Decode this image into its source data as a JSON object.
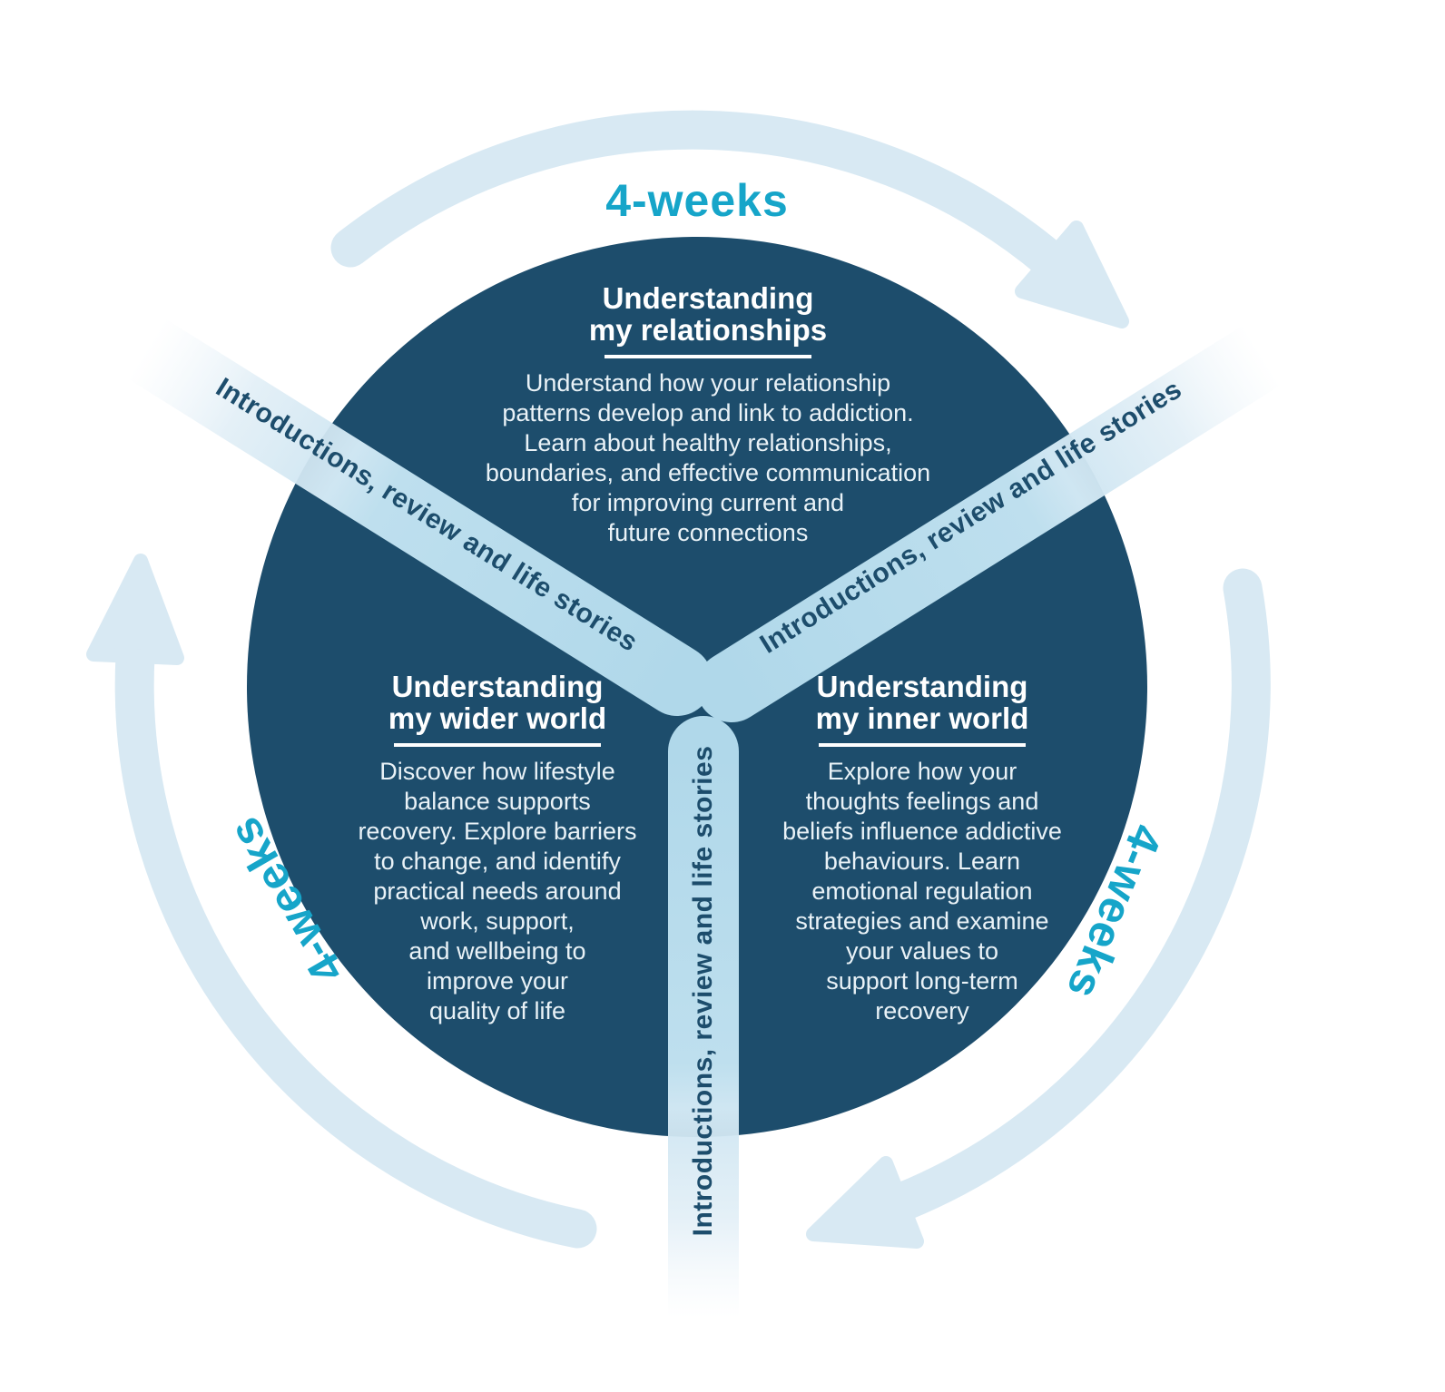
{
  "diagram_title": "Three-phase recovery programme wheel",
  "arcs": [
    {
      "position": "top",
      "label": "4-weeks"
    },
    {
      "position": "right",
      "label": "4-weeks"
    },
    {
      "position": "left",
      "label": "4-weeks"
    }
  ],
  "bands": [
    {
      "position": "upper-left",
      "label": "Introductions, review and life stories"
    },
    {
      "position": "upper-right",
      "label": "Introductions, review and life stories"
    },
    {
      "position": "bottom",
      "label": "Introductions, review and life stories"
    }
  ],
  "sections": [
    {
      "id": "relationships",
      "heading": "Understanding\nmy relationships",
      "body": "Understand how your relationship\npatterns develop and link to addiction.\nLearn about healthy relationships,\nboundaries, and effective communication\nfor improving current and\nfuture connections"
    },
    {
      "id": "wider-world",
      "heading": "Understanding\nmy wider world",
      "body": "Discover how lifestyle\nbalance supports\nrecovery. Explore barriers\nto change, and identify\npractical needs around\nwork, support,\nand wellbeing to\nimprove your\nquality of life"
    },
    {
      "id": "inner-world",
      "heading": "Understanding\nmy inner world",
      "body": "Explore how your\nthoughts feelings and\nbeliefs influence addictive\nbehaviours. Learn\nemotional regulation\nstrategies and examine\nyour values to\nsupport long-term\nrecovery"
    }
  ],
  "colors": {
    "circle_navy": "#1d4d6c",
    "band_blue": "#b9dcec",
    "arc_light_blue": "#d8e9f3",
    "duration_teal": "#16a5c9",
    "heading_white": "#ffffff",
    "body_text": "#e9f2f7"
  }
}
